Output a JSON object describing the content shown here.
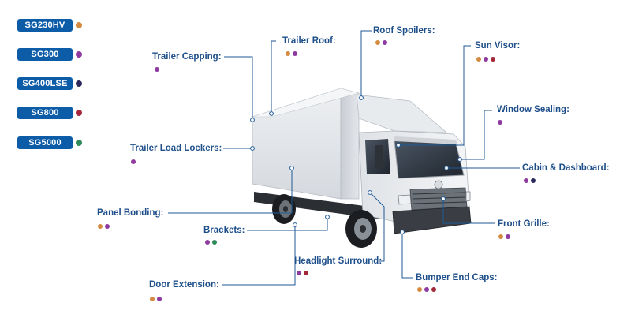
{
  "legend": [
    {
      "code": "SG230HV",
      "color": "#d48b3f"
    },
    {
      "code": "SG300",
      "color": "#8e3aa0"
    },
    {
      "code": "SG400LSE",
      "color": "#2b2a5c"
    },
    {
      "code": "SG800",
      "color": "#a3283a"
    },
    {
      "code": "SG5000",
      "color": "#2e8a58"
    }
  ],
  "callouts": [
    {
      "id": "trailer-capping",
      "label": "Trailer Capping:",
      "products": [
        "SG300"
      ]
    },
    {
      "id": "trailer-roof",
      "label": "Trailer Roof:",
      "products": [
        "SG230HV",
        "SG300"
      ]
    },
    {
      "id": "roof-spoilers",
      "label": "Roof Spoilers:",
      "products": [
        "SG230HV",
        "SG300"
      ]
    },
    {
      "id": "sun-visor",
      "label": "Sun Visor:",
      "products": [
        "SG230HV",
        "SG300",
        "SG800"
      ]
    },
    {
      "id": "window-sealing",
      "label": "Window Sealing:",
      "products": [
        "SG300"
      ]
    },
    {
      "id": "trailer-load-lockers",
      "label": "Trailer Load Lockers:",
      "products": [
        "SG300"
      ]
    },
    {
      "id": "cabin-dashboard",
      "label": "Cabin & Dashboard:",
      "products": [
        "SG300",
        "SG400LSE"
      ]
    },
    {
      "id": "panel-bonding",
      "label": "Panel Bonding:",
      "products": [
        "SG230HV",
        "SG300"
      ]
    },
    {
      "id": "brackets",
      "label": "Brackets:",
      "products": [
        "SG300",
        "SG5000"
      ]
    },
    {
      "id": "front-grille",
      "label": "Front Grille:",
      "products": [
        "SG230HV",
        "SG300"
      ]
    },
    {
      "id": "headlight-surround",
      "label": "Headlight Surround:",
      "products": [
        "SG300",
        "SG800"
      ]
    },
    {
      "id": "bumper-end-caps",
      "label": "Bumper End Caps:",
      "products": [
        "SG230HV",
        "SG300",
        "SG800"
      ]
    },
    {
      "id": "door-extension",
      "label": "Door Extension:",
      "products": [
        "SG230HV",
        "SG300"
      ]
    }
  ],
  "colors": {
    "line": "#1e5a96",
    "label": "#1e4f8a",
    "pill": "#0d5ca8"
  }
}
